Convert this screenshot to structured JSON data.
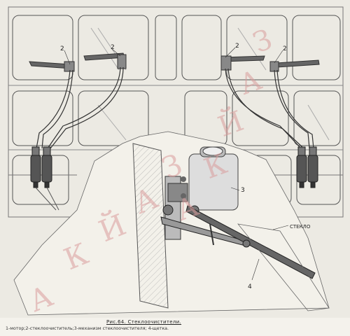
{
  "figure": {
    "callouts": [
      "2",
      "2",
      "2",
      "2",
      "3",
      "4"
    ],
    "glass_label": "СТЕКЛО"
  },
  "watermark": {
    "letters": [
      "З",
      "А",
      "Й",
      "К",
      "А",
      "З",
      "А",
      "Й",
      "К",
      "А"
    ],
    "color": "#d99a9a"
  },
  "caption": {
    "title": "Рис.64. Стеклоочистители.",
    "text": "1-мотор;2-стеклоочиститель;3-механизм стеклоочистителя; 4-щетка."
  }
}
